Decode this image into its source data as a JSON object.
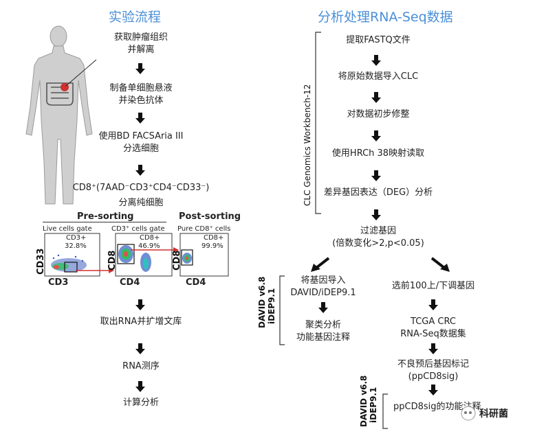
{
  "left": {
    "title": "实验流程",
    "steps": [
      {
        "line1": "获取肿瘤组织",
        "line2": "并解离"
      },
      {
        "line1": "制备单细胞悬液",
        "line2": "并染色抗体"
      },
      {
        "line1": "使用BD FACSAria III",
        "line2": "分选细胞"
      },
      {
        "line1": "CD8⁺(7AAD⁻CD3⁺CD4⁻CD33⁻)",
        "line2": "分离纯细胞"
      },
      {
        "line1": "取出RNA并扩增文库"
      },
      {
        "line1": "RNA测序"
      },
      {
        "line1": "计算分析"
      }
    ],
    "facs": {
      "pre_sorting": "Pre-sorting",
      "post_sorting": "Post-sorting",
      "panel1": {
        "gate": "Live cells gate",
        "label": "CD3+",
        "value": "32.8%",
        "xaxis": "CD3",
        "yaxis": "CD33"
      },
      "panel2": {
        "gate": "CD3⁺ cells gate",
        "label": "CD8+",
        "value": "46.9%",
        "xaxis": "CD4",
        "yaxis": "CD8"
      },
      "panel3": {
        "gate": "Pure CD8⁺ cells",
        "label": "CD8+",
        "value": "99.9%",
        "xaxis": "CD4",
        "yaxis": "CD8"
      }
    }
  },
  "right": {
    "title": "分析处理RNA-Seq数据",
    "side_label": "CLC Genomics Workbench-12",
    "steps": [
      {
        "line1": "提取FASTQ文件"
      },
      {
        "line1": "将原始数据导入CLC"
      },
      {
        "line1": "对数据初步修整"
      },
      {
        "line1": "使用HRCh 38映射读取"
      },
      {
        "line1": "差异基因表达（DEG）分析"
      },
      {
        "line1": "过滤基因",
        "line2": "(倍数变化>2,p<0.05)"
      }
    ],
    "branch_left": {
      "side_label1": "DAVID v6.8",
      "side_label2": "iDEP9.1",
      "step1_l1": "将基因导入",
      "step1_l2": "DAVID/iDEP9.1",
      "step2_l1": "聚类分析",
      "step2_l2": "功能基因注释"
    },
    "branch_right": {
      "step1": "选前100上/下调基因",
      "step2_l1": "TCGA CRC",
      "step2_l2": "RNA-Seq数据集",
      "step3_l1": "不良预后基因标记",
      "step3_l2": "(ppCD8sig)",
      "side_label1": "DAVID v6.8",
      "side_label2": "iDEP9.1",
      "step4": "ppCD8sig的功能注释"
    }
  },
  "watermark": "科研菌"
}
